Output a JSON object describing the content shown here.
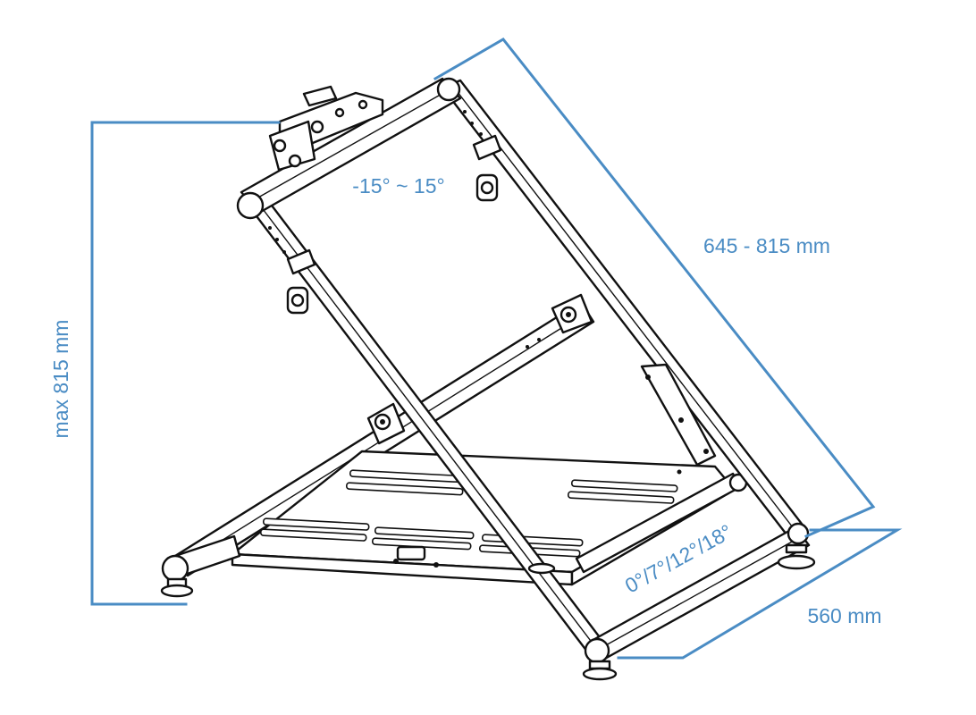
{
  "colors": {
    "dimension": "#4a8cc4",
    "outline": "#111111",
    "background": "#ffffff"
  },
  "dimensions": {
    "height_label": "max 815 mm",
    "length_label": "645 - 815 mm",
    "width_label": "560 mm",
    "tilt_label": "-15° ~ 15°",
    "angle_label": "0°/7°/12°/18°"
  }
}
